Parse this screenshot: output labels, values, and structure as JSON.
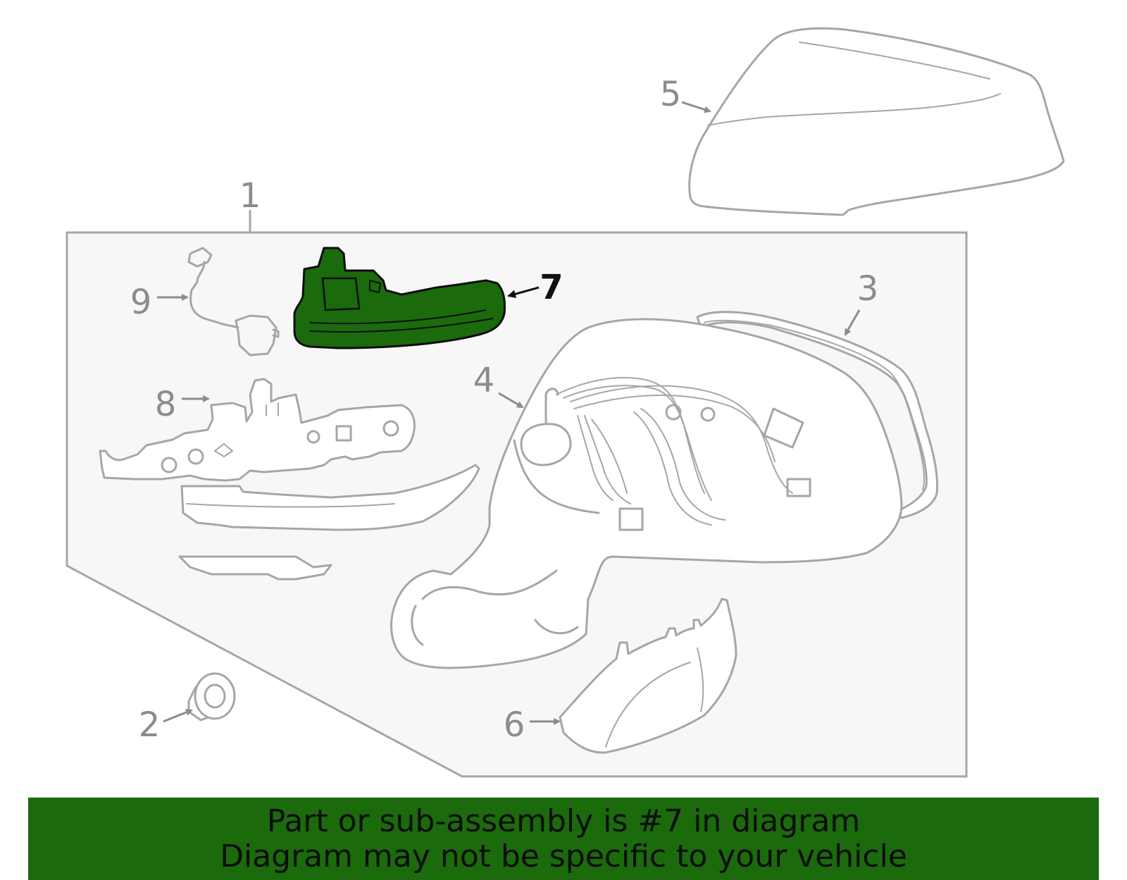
{
  "diagram": {
    "callouts": [
      {
        "id": "1",
        "label": "1"
      },
      {
        "id": "2",
        "label": "2"
      },
      {
        "id": "3",
        "label": "3"
      },
      {
        "id": "4",
        "label": "4"
      },
      {
        "id": "5",
        "label": "5"
      },
      {
        "id": "6",
        "label": "6"
      },
      {
        "id": "7",
        "label": "7",
        "highlighted": true
      },
      {
        "id": "8",
        "label": "8"
      },
      {
        "id": "9",
        "label": "9"
      }
    ],
    "highlight_color": "#1b6a0c",
    "line_color": "#a6a6a6",
    "box_fill": "#f7f7f7"
  },
  "banner": {
    "line1": "Part or sub-assembly is #7 in diagram",
    "line2": "Diagram may not be specific to your vehicle",
    "background": "#1b6a0c"
  }
}
